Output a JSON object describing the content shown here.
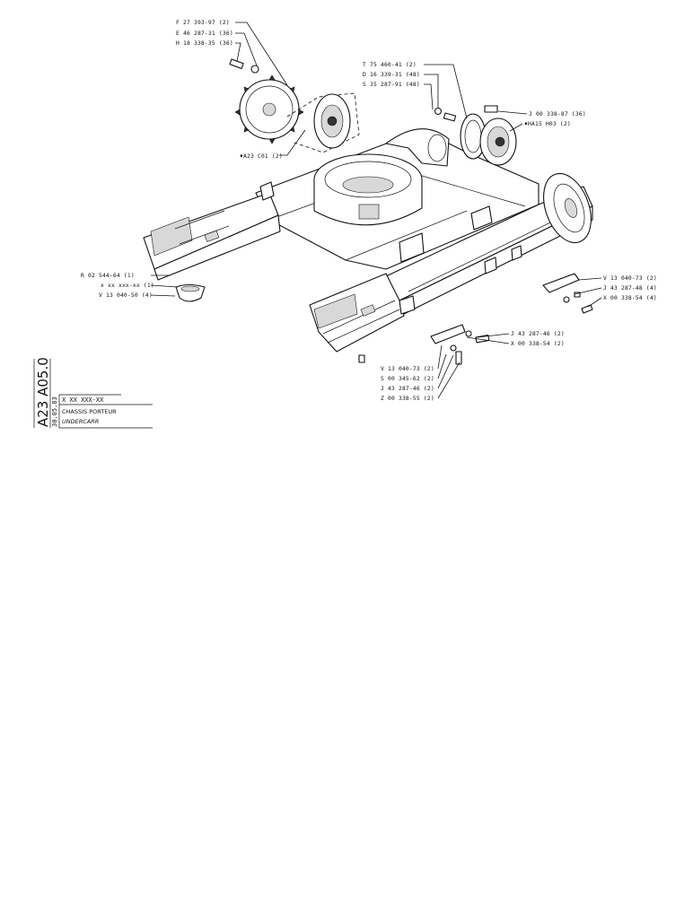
{
  "drawing": {
    "callouts": {
      "sprocket_1": "F 27 393-97 (2)",
      "sprocket_2": "E 46 287-31 (36)",
      "sprocket_3": "H 18 338-35 (36)",
      "drive_left": "♦A23 C01 (2)",
      "drive_right_1": "T 75 460-41 (2)",
      "drive_right_2": "D 16 339-31 (48)",
      "drive_right_3": "S 35 287-91 (48)",
      "drive_right_4": "J 00 338-87 (36)",
      "drive_right_5": "♦HA15 H03 (2)",
      "frame_1": "R 02 544-64 (1)",
      "frame_2": "x xx xxx-xx (1)",
      "frame_3": "V 13 040-50 (4)",
      "guard_right_1": "V 13 040-73 (2)",
      "guard_right_2": "J 43 287-48 (4)",
      "guard_right_3": "X 00 338-54 (4)",
      "guard_mid_1": "J 43 287-46 (2)",
      "guard_mid_2": "X 00 338-54 (2)",
      "guard_low_1": "V 13 040-73 (2)",
      "guard_low_2": "S 00 345-62 (2)",
      "guard_low_3": "J 43 287-46 (2)",
      "guard_low_4": "Z 00 338-55 (2)"
    }
  },
  "title_block": {
    "drawing_code": "A23 A05.0",
    "date": "30.05.83",
    "part_ref": "X XX XXX-XX",
    "title_fr": "CHASSIS PORTEUR",
    "title_en": "UNDERCARR"
  }
}
